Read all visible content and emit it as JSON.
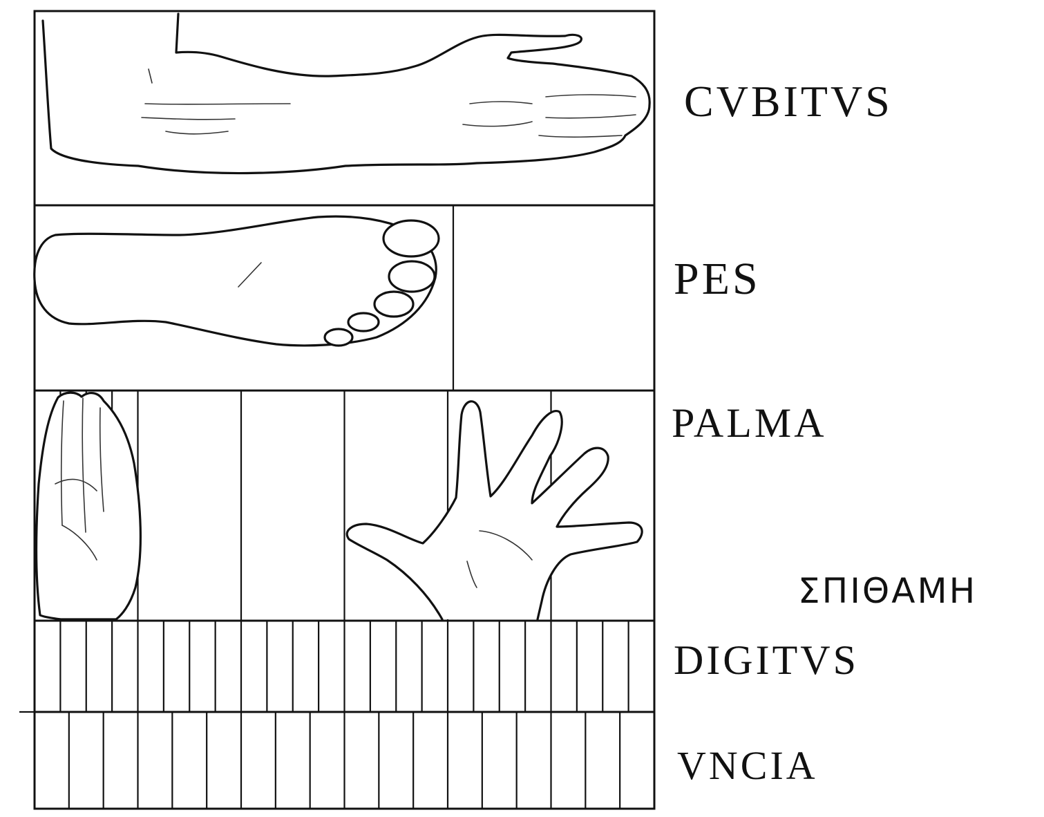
{
  "labels": {
    "cubitus": "CVBITVS",
    "pes": "PES",
    "palma": "PALMA",
    "spithame": "ΣΠΙΘΑΜΗ",
    "digitus": "DIGITVS",
    "uncia": "VNCIA"
  },
  "divisions": {
    "cubitus": 1,
    "pes": 1,
    "palma": 6,
    "digitus": 24,
    "uncia": 18
  },
  "icons": [
    "forearm-icon",
    "foot-icon",
    "closed-palm-icon",
    "spread-hand-icon"
  ]
}
